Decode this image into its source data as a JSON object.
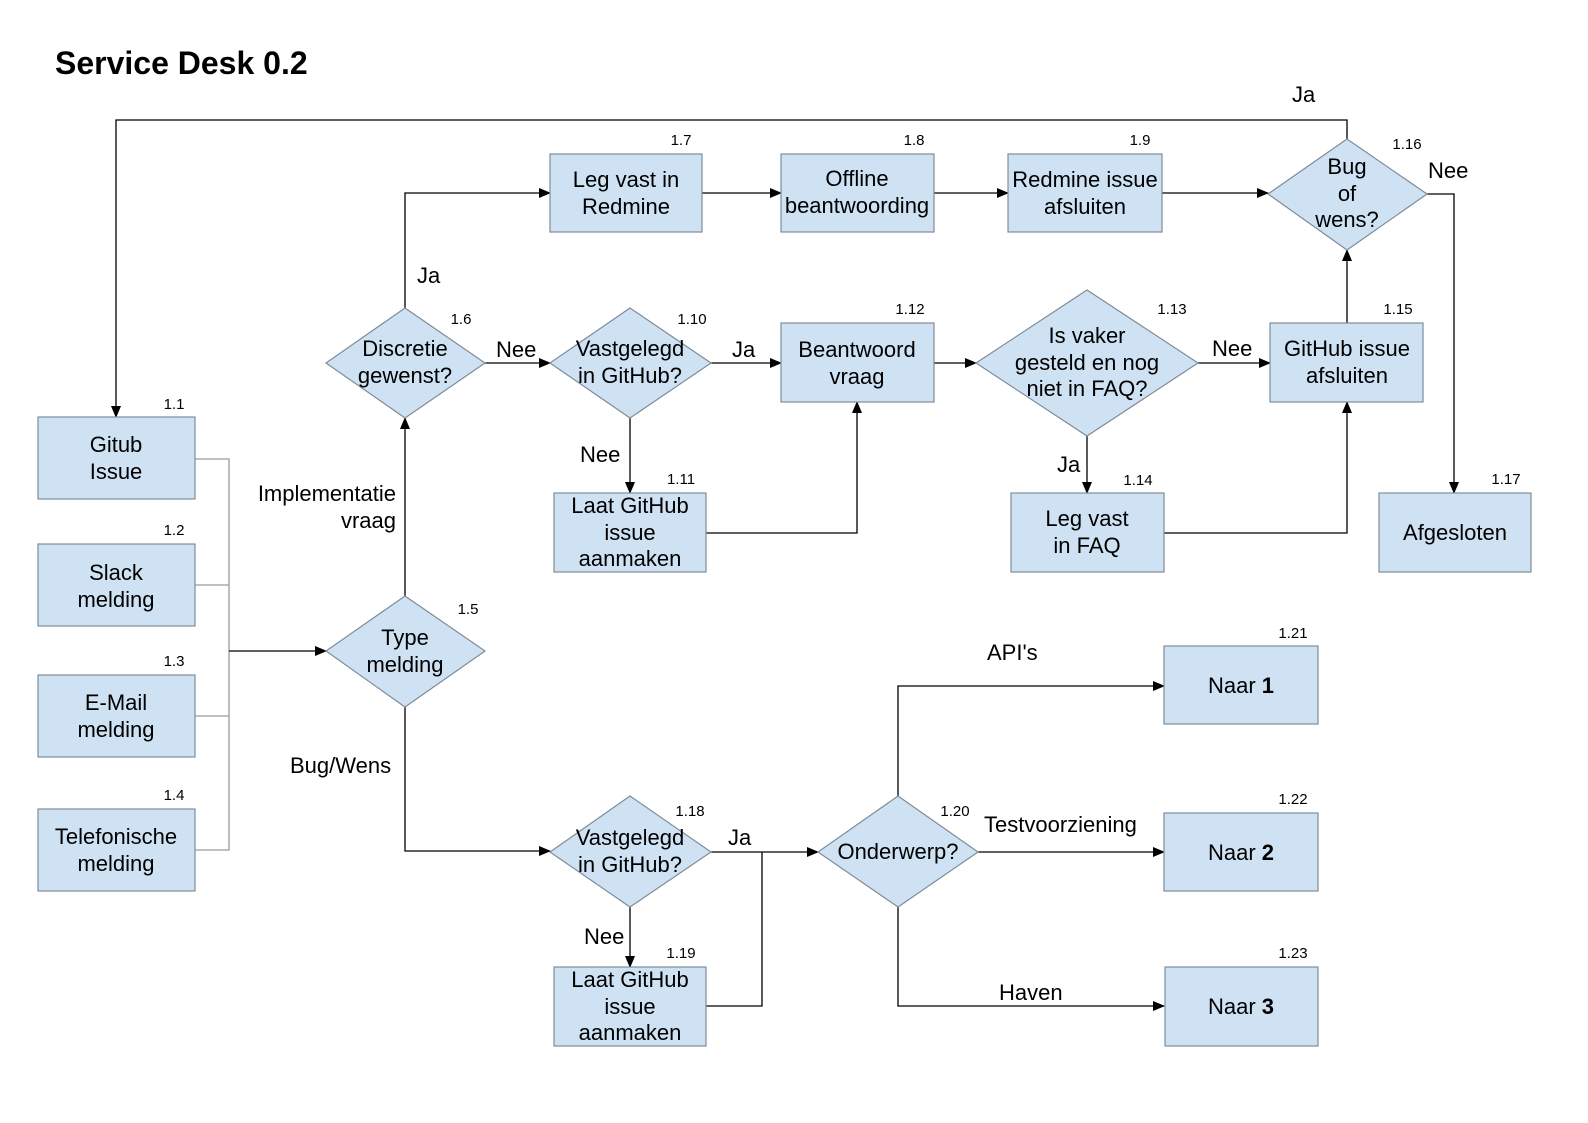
{
  "title": "Service Desk 0.2",
  "colors": {
    "shape_fill": "#cfe2f3",
    "shape_stroke": "#7f8c99",
    "line": "#000000",
    "merge_line": "#9a9a9a"
  },
  "nodes": {
    "n1_1": {
      "num": "1.1",
      "lines": [
        "Gitub",
        "Issue"
      ]
    },
    "n1_2": {
      "num": "1.2",
      "lines": [
        "Slack",
        "melding"
      ]
    },
    "n1_3": {
      "num": "1.3",
      "lines": [
        "E-Mail",
        "melding"
      ]
    },
    "n1_4": {
      "num": "1.4",
      "lines": [
        "Telefonische",
        "melding"
      ]
    },
    "n1_5": {
      "num": "1.5",
      "lines": [
        "Type",
        "melding"
      ]
    },
    "n1_6": {
      "num": "1.6",
      "lines": [
        "Discretie",
        "gewenst?"
      ]
    },
    "n1_7": {
      "num": "1.7",
      "lines": [
        "Leg vast in",
        "Redmine"
      ]
    },
    "n1_8": {
      "num": "1.8",
      "lines": [
        "Offline",
        "beantwoording"
      ]
    },
    "n1_9": {
      "num": "1.9",
      "lines": [
        "Redmine issue",
        "afsluiten"
      ]
    },
    "n1_10": {
      "num": "1.10",
      "lines": [
        "Vastgelegd",
        "in GitHub?"
      ]
    },
    "n1_11": {
      "num": "1.11",
      "lines": [
        "Laat GitHub",
        "issue",
        "aanmaken"
      ]
    },
    "n1_12": {
      "num": "1.12",
      "lines": [
        "Beantwoord",
        "vraag"
      ]
    },
    "n1_13": {
      "num": "1.13",
      "lines": [
        "Is vaker",
        "gesteld en nog",
        "niet in FAQ?"
      ]
    },
    "n1_14": {
      "num": "1.14",
      "lines": [
        "Leg vast",
        "in FAQ"
      ]
    },
    "n1_15": {
      "num": "1.15",
      "lines": [
        "GitHub issue",
        "afsluiten"
      ]
    },
    "n1_16": {
      "num": "1.16",
      "lines": [
        "Bug",
        "of",
        "wens?"
      ]
    },
    "n1_17": {
      "num": "1.17",
      "lines": [
        "Afgesloten"
      ]
    },
    "n1_18": {
      "num": "1.18",
      "lines": [
        "Vastgelegd",
        "in GitHub?"
      ]
    },
    "n1_19": {
      "num": "1.19",
      "lines": [
        "Laat GitHub",
        "issue",
        "aanmaken"
      ]
    },
    "n1_20": {
      "num": "1.20",
      "lines": [
        "Onderwerp?"
      ]
    },
    "n1_21": {
      "num": "1.21",
      "prefix": "Naar ",
      "bold": "1"
    },
    "n1_22": {
      "num": "1.22",
      "prefix": "Naar ",
      "bold": "2"
    },
    "n1_23": {
      "num": "1.23",
      "prefix": "Naar ",
      "bold": "3"
    }
  },
  "edge_labels": {
    "bug_ja_top": "Ja",
    "bug_nee": "Nee",
    "discretie_ja": "Ja",
    "discretie_nee": "Nee",
    "vastgelegd1_ja": "Ja",
    "vastgelegd1_nee": "Nee",
    "faq_nee": "Nee",
    "faq_ja": "Ja",
    "impl_line1": "Implementatie",
    "impl_line2": "vraag",
    "bugwens": "Bug/Wens",
    "vastgelegd2_ja": "Ja",
    "vastgelegd2_nee": "Nee",
    "apis": "API's",
    "testvoorziening": "Testvoorziening",
    "haven": "Haven"
  }
}
